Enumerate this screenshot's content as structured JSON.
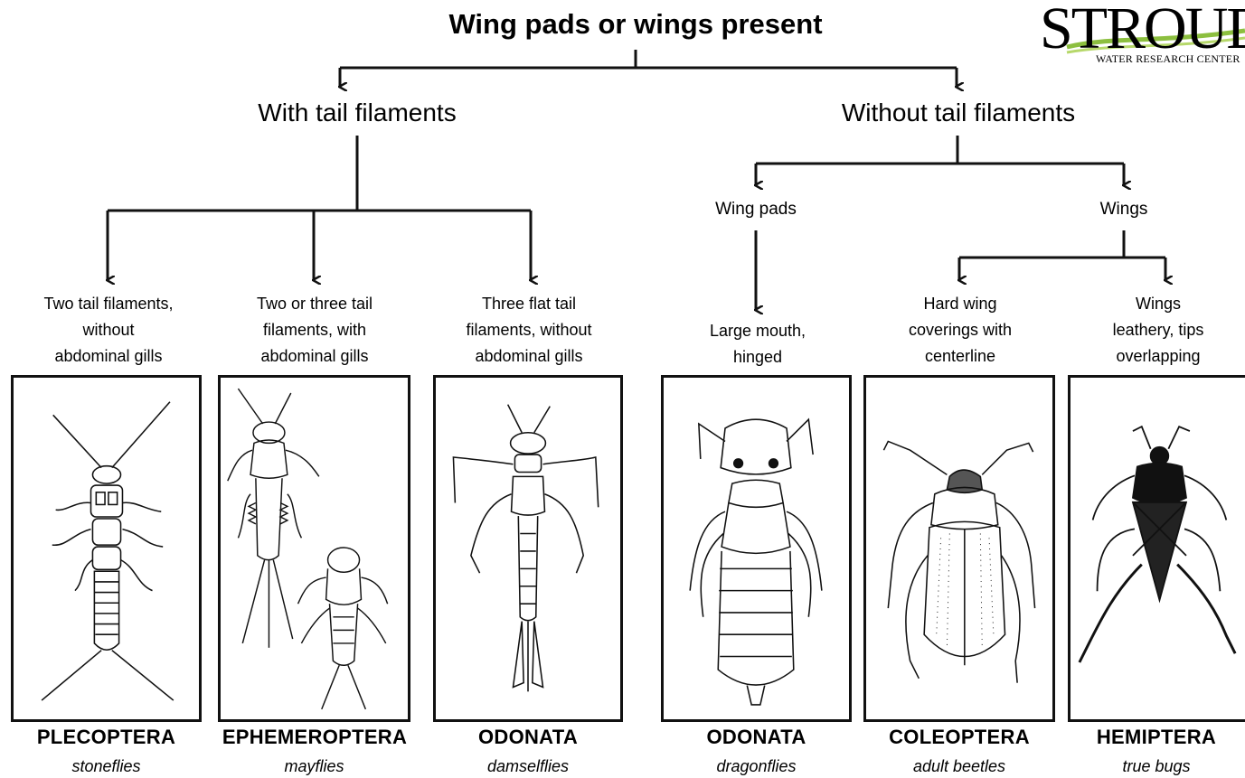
{
  "root": "Wing pads or wings present",
  "branch_left": "With tail filaments",
  "branch_right": "Without tail filaments",
  "sub_wing_pads": "Wing pads",
  "sub_wings": "Wings",
  "logo": {
    "name": "STROUD",
    "sub": "WATER RESEARCH CENTER",
    "accent_color": "#8cbf3f"
  },
  "line_color": "#111111",
  "taxa": [
    {
      "criteria": "Two tail filaments,\nwithout\nabdominal gills",
      "order": "PLECOPTERA",
      "common": "stoneflies",
      "icon": "stonefly-nymph-drawing"
    },
    {
      "criteria": "Two or three tail\nfilaments, with\nabdominal gills",
      "order": "EPHEMEROPTERA",
      "common": "mayflies",
      "icon": "mayfly-nymph-drawing"
    },
    {
      "criteria": "Three flat tail\nfilaments, without\nabdominal gills",
      "order": "ODONATA",
      "common": "damselflies",
      "icon": "damselfly-nymph-drawing"
    },
    {
      "criteria": "Large mouth,\nhinged",
      "order": "ODONATA",
      "common": "dragonflies",
      "icon": "dragonfly-nymph-drawing"
    },
    {
      "criteria": "Hard wing\ncoverings with\ncenterline",
      "order": "COLEOPTERA",
      "common": "adult beetles",
      "icon": "beetle-drawing"
    },
    {
      "criteria": "Wings\nleathery, tips\noverlapping",
      "order": "HEMIPTERA",
      "common": "true bugs",
      "icon": "true-bug-drawing"
    }
  ]
}
